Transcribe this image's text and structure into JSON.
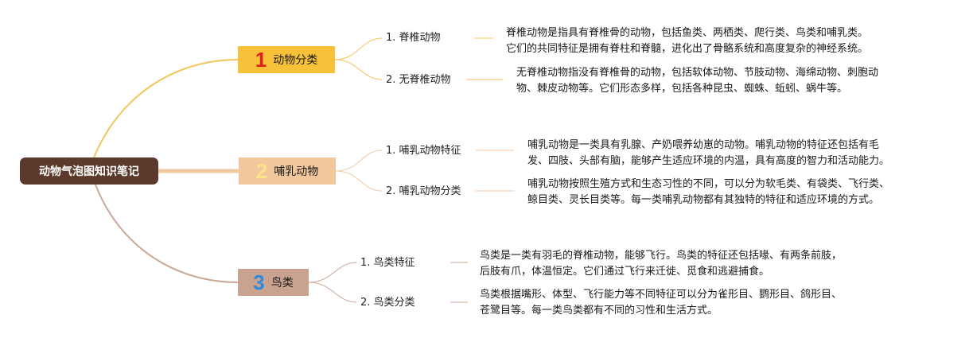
{
  "root": {
    "label": "动物气泡图知识笔记"
  },
  "branches": [
    {
      "number": "1",
      "label": "动物分类",
      "color": "#f7c139",
      "line_color": "#f2c75a",
      "children": [
        {
          "label": "1. 脊椎动物",
          "desc_lines": [
            "脊椎动物是指具有脊椎骨的动物，包括鱼类、两栖类、爬行类、鸟类和哺乳类。",
            "它们的共同特征是拥有脊柱和脊髓，进化出了骨骼系统和高度复杂的神经系统。"
          ]
        },
        {
          "label": "2. 无脊椎动物",
          "desc_lines": [
            "无脊椎动物指没有脊椎骨的动物，包括软体动物、节肢动物、海绵动物、刺胞动",
            "物、棘皮动物等。它们形态多样，包括各种昆虫、蜘蛛、蚯蚓、蜗牛等。"
          ]
        }
      ]
    },
    {
      "number": "2",
      "label": "哺乳动物",
      "color": "#f2c79b",
      "line_color": "#f0c9a0",
      "children": [
        {
          "label": "1. 哺乳动物特征",
          "desc_lines": [
            "哺乳动物是一类具有乳腺、产奶喂养幼崽的动物。哺乳动物的特征还包括有毛",
            "发、四肢、头部有脑，能够产生适应环境的内温，具有高度的智力和活动能力。"
          ]
        },
        {
          "label": "2. 哺乳动物分类",
          "desc_lines": [
            "哺乳动物按照生殖方式和生态习性的不同，可以分为软毛类、有袋类、飞行类、",
            "鲸目类、灵长目类等。每一类哺乳动物都有其独特的特征和适应环境的方式。"
          ]
        }
      ]
    },
    {
      "number": "3",
      "label": "鸟类",
      "color": "#c9a290",
      "line_color": "#c9a898",
      "children": [
        {
          "label": "1. 鸟类特征",
          "desc_lines": [
            "鸟类是一类有羽毛的脊椎动物，能够飞行。鸟类的特征还包括喙、有两条前肢，",
            "后肢有爪，体温恒定。它们通过飞行来迁徙、觅食和逃避捕食。"
          ]
        },
        {
          "label": "2. 鸟类分类",
          "desc_lines": [
            "鸟类根据嘴形、体型、飞行能力等不同特征可以分为雀形目、鹦形目、鸽形目、",
            "苍鹭目等。每一类鸟类都有不同的习性和生活方式。"
          ]
        }
      ]
    }
  ]
}
